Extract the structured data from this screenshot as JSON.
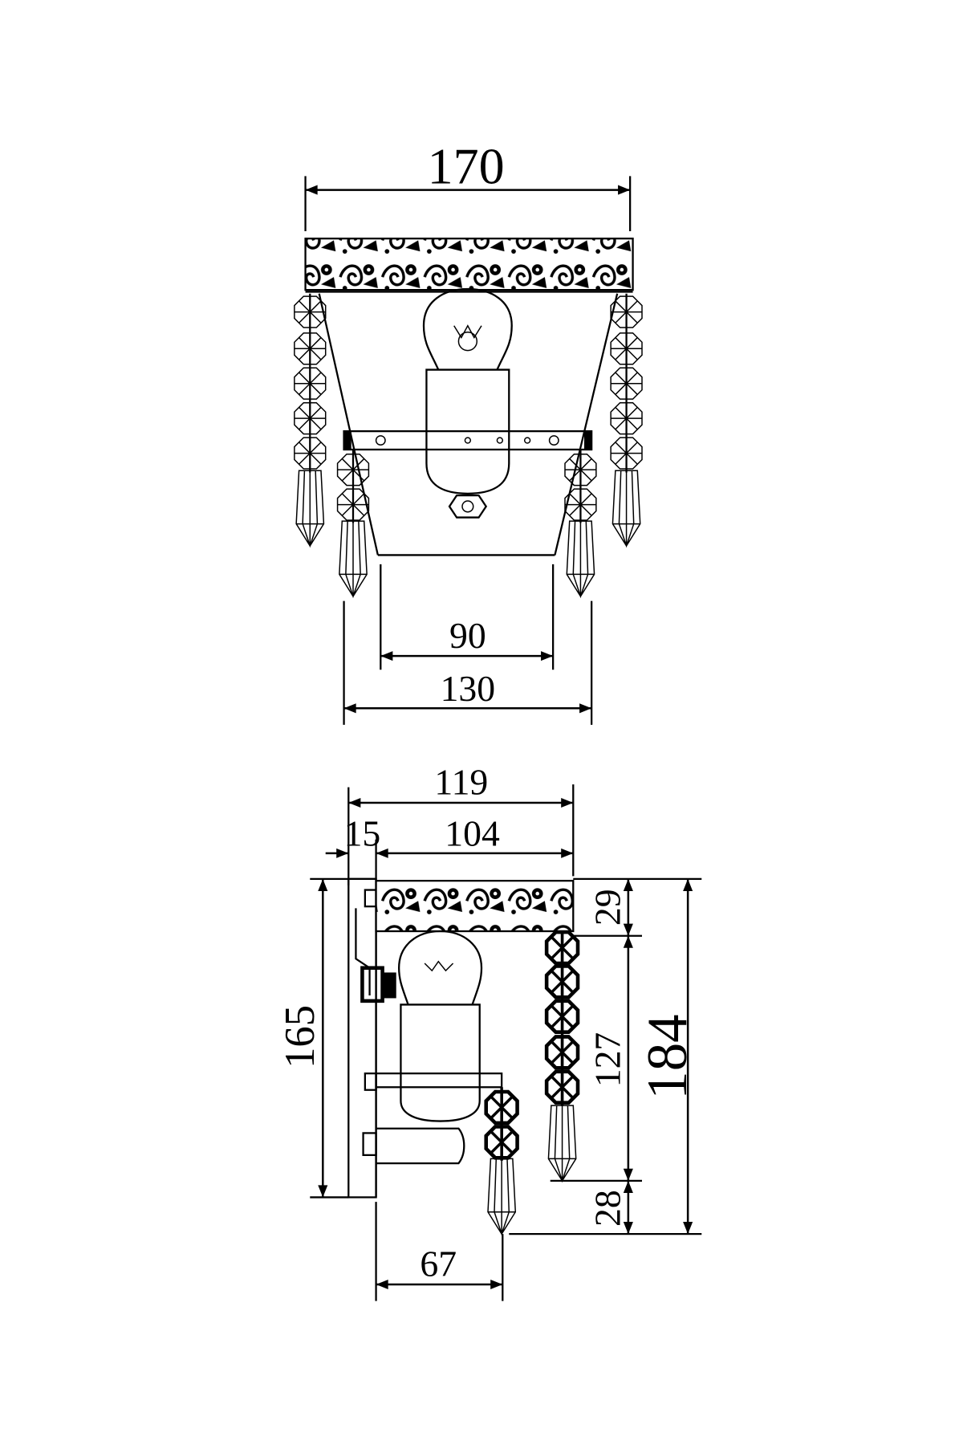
{
  "front_view": {
    "overall_width": "170",
    "base_inner_width": "90",
    "bracket_width": "130"
  },
  "side_view": {
    "overall_depth": "119",
    "plate_thickness": "15",
    "shade_depth": "104",
    "plate_height": "165",
    "band_height": "29",
    "chain_length": "127",
    "pendant_drop": "28",
    "overall_height": "184",
    "pendant_offset": "67"
  },
  "colors": {
    "line": "#000000",
    "background": "#ffffff"
  }
}
